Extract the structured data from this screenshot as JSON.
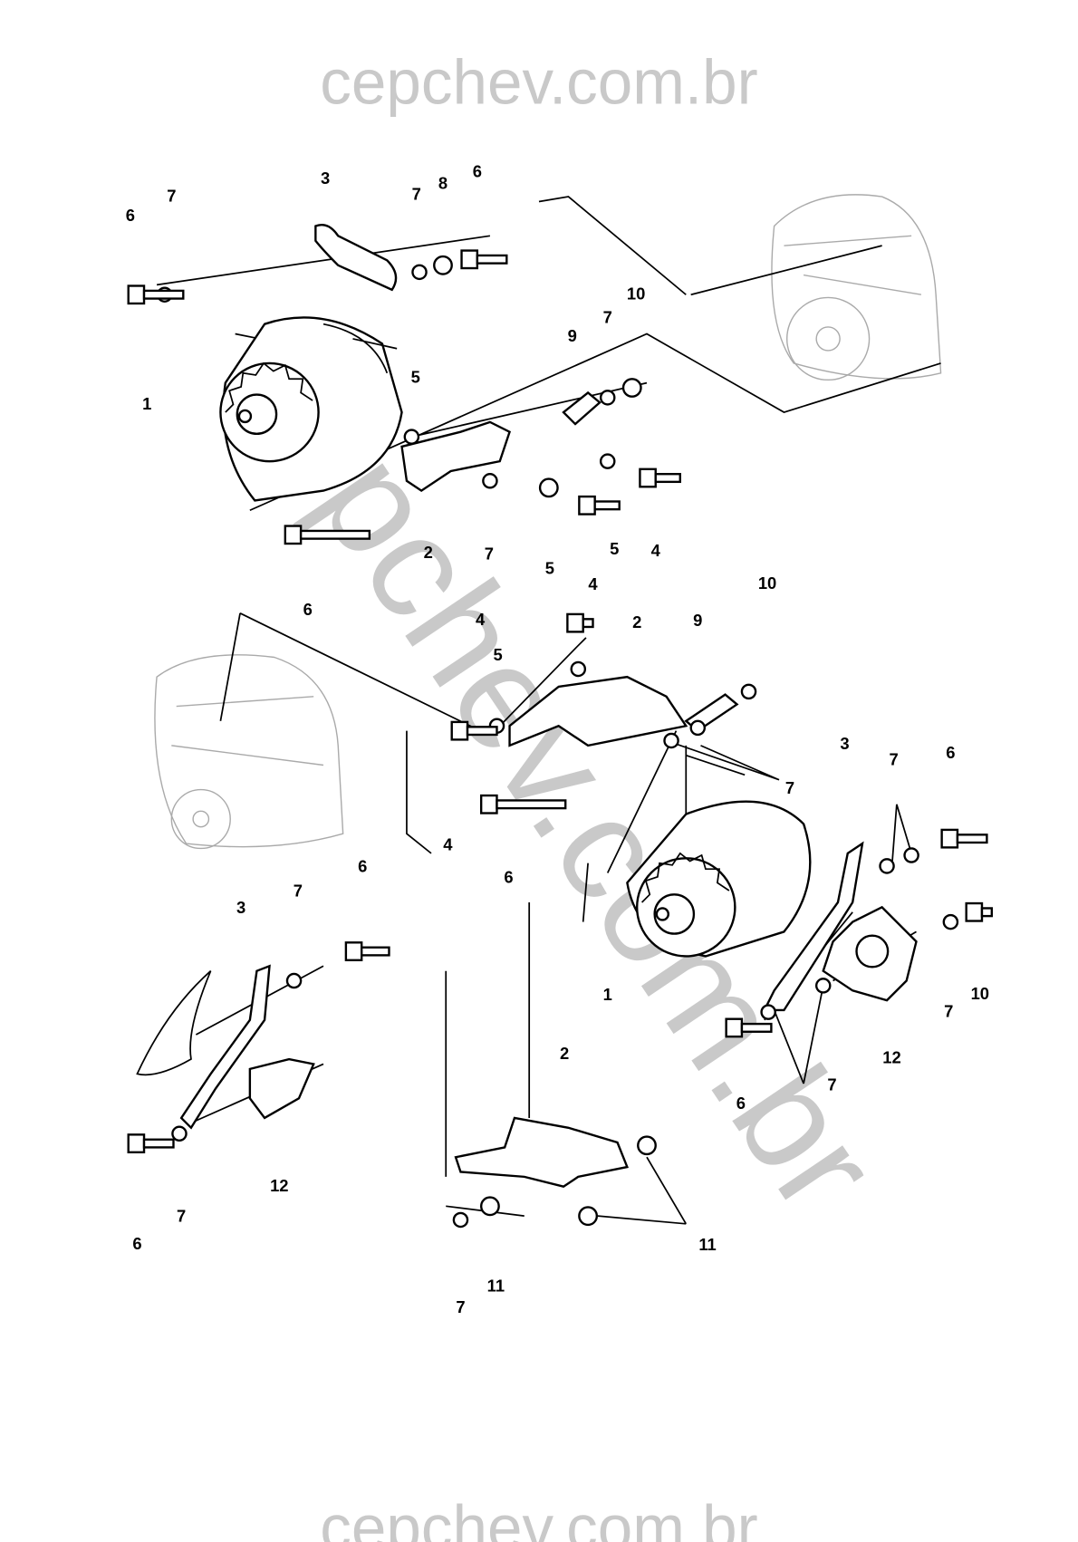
{
  "watermark_top": "cepchev.com.br",
  "watermark_bottom": "cepchev.com.br",
  "watermark_diagonal": "cepchev.com.br",
  "callouts": [
    "6",
    "7",
    "3",
    "7",
    "8",
    "6",
    "10",
    "9",
    "7",
    "1",
    "5",
    "2",
    "7",
    "5",
    "4",
    "5",
    "4",
    "6",
    "10",
    "4",
    "2",
    "9",
    "5",
    "7",
    "3",
    "7",
    "6",
    "4",
    "6",
    "1",
    "7",
    "10",
    "12",
    "7",
    "6",
    "6",
    "7",
    "3",
    "12",
    "7",
    "6",
    "2",
    "11",
    "7",
    "11"
  ]
}
